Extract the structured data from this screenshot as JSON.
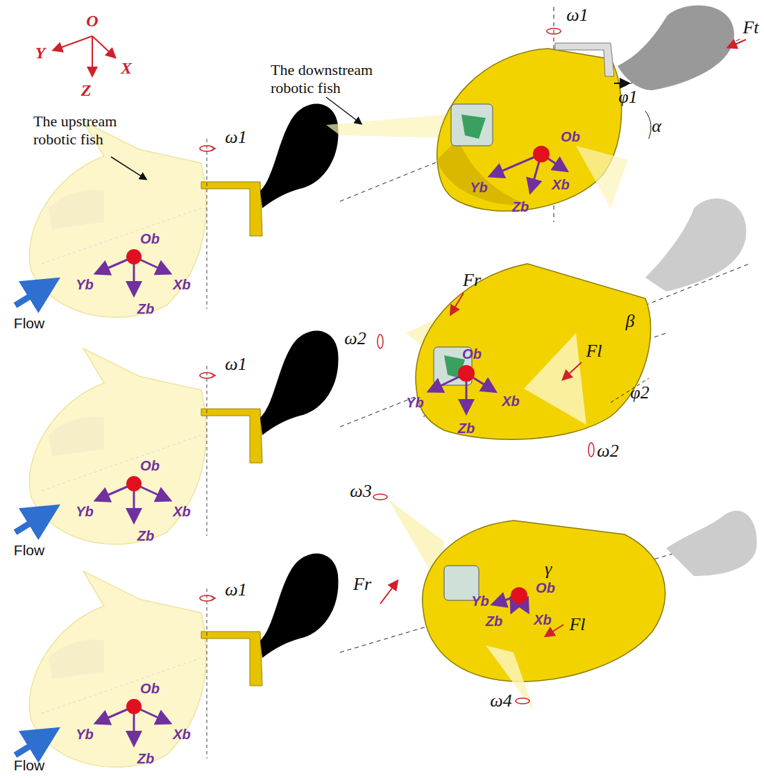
{
  "diagram": {
    "labels": [
      "O",
      "Y",
      "X",
      "Z",
      "The downstream robotic fish",
      "The upstream robotic fish",
      "ω1",
      "Ft",
      "φ1",
      "α",
      "ω1",
      "Ob",
      "Yb",
      "Xb",
      "Zb",
      "Ob",
      "Yb",
      "Xb",
      "Zb",
      "Flow",
      "Fr",
      "ω2",
      "β",
      "ω1",
      "Ob",
      "Yb",
      "Xb",
      "Zb",
      "Fl",
      "φ2",
      "ω2",
      "Ob",
      "Yb",
      "Xb",
      "Zb",
      "Flow",
      "ω3",
      "ω1",
      "Fr",
      "γ",
      "Ob",
      "Yb",
      "Zb",
      "Xb",
      "Fl",
      "ω4",
      "Ob",
      "Yb",
      "Xb",
      "Zb",
      "Flow"
    ]
  }
}
